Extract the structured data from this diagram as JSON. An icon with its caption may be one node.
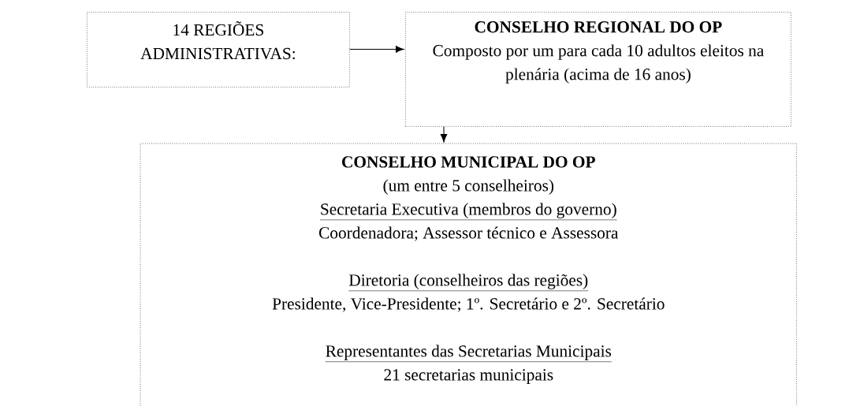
{
  "diagram": {
    "nodes": [
      {
        "text": [
          "14 REGIÕES ADMINISTRATIVAS:"
        ]
      },
      {
        "text": [
          "CONSELHO REGIONAL DO OP",
          "Composto por um para cada 10 adultos eleitos na plenária  (acima de 16 anos)"
        ]
      },
      {
        "text": [
          "CONSELHO MUNICIPAL DO OP",
          "(um entre 5 conselheiros)",
          "Secretaria Executiva (membros do governo)",
          "Coordenadora; Assessor técnico e Assessora",
          "Diretoria (conselheiros das regiões)",
          "Presidente, Vice-Presidente; 1º. Secretário e 2º. Secretário",
          "Representantes das Secretarias Municipais",
          "21 secretarias municipais"
        ]
      }
    ],
    "edges": [
      {
        "from": 0,
        "to": 1,
        "arrow": "to"
      },
      {
        "from": 1,
        "to": 2,
        "arrow": "to"
      }
    ]
  }
}
